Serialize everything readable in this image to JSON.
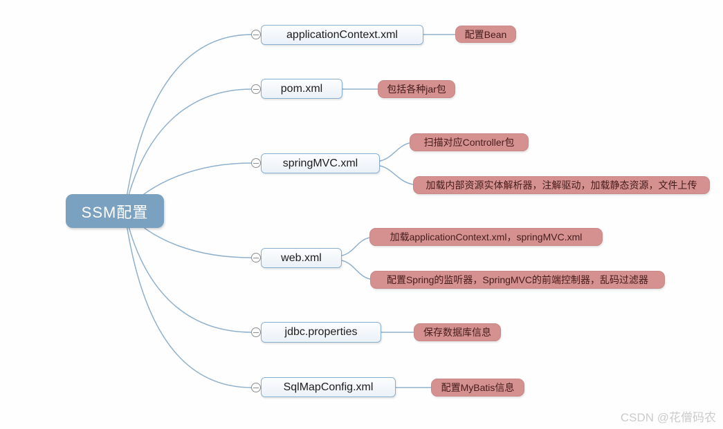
{
  "root": {
    "label": "SSM配置"
  },
  "branches": [
    {
      "label": "applicationContext.xml",
      "leaves": [
        "配置Bean"
      ]
    },
    {
      "label": "pom.xml",
      "leaves": [
        "包括各种jar包"
      ]
    },
    {
      "label": "springMVC.xml",
      "leaves": [
        "扫描对应Controller包",
        "加载内部资源实体解析器，注解驱动，加载静态资源，文件上传"
      ]
    },
    {
      "label": "web.xml",
      "leaves": [
        "加载applicationContext.xml，springMVC.xml",
        "配置Spring的监听器，SpringMVC的前端控制器，乱码过滤器"
      ]
    },
    {
      "label": "jdbc.properties",
      "leaves": [
        "保存数据库信息"
      ]
    },
    {
      "label": "SqlMapConfig.xml",
      "leaves": [
        "配置MyBatis信息"
      ]
    }
  ],
  "watermark": "CSDN @花僧码农",
  "colors": {
    "root_fill": "#7ba1c1",
    "root_text": "#ffffff",
    "branch_border": "#88aecf",
    "branch_fill": "#f2f7fb",
    "branch_text": "#1c1c1c",
    "leaf_fill": "#d4918f",
    "leaf_border": "#c98888",
    "leaf_text": "#451c1c",
    "connector": "#8fb0cc",
    "collapse_icon": "#8c8c8c",
    "watermark_text": "#cbcbcb",
    "background": "#fefefe"
  }
}
